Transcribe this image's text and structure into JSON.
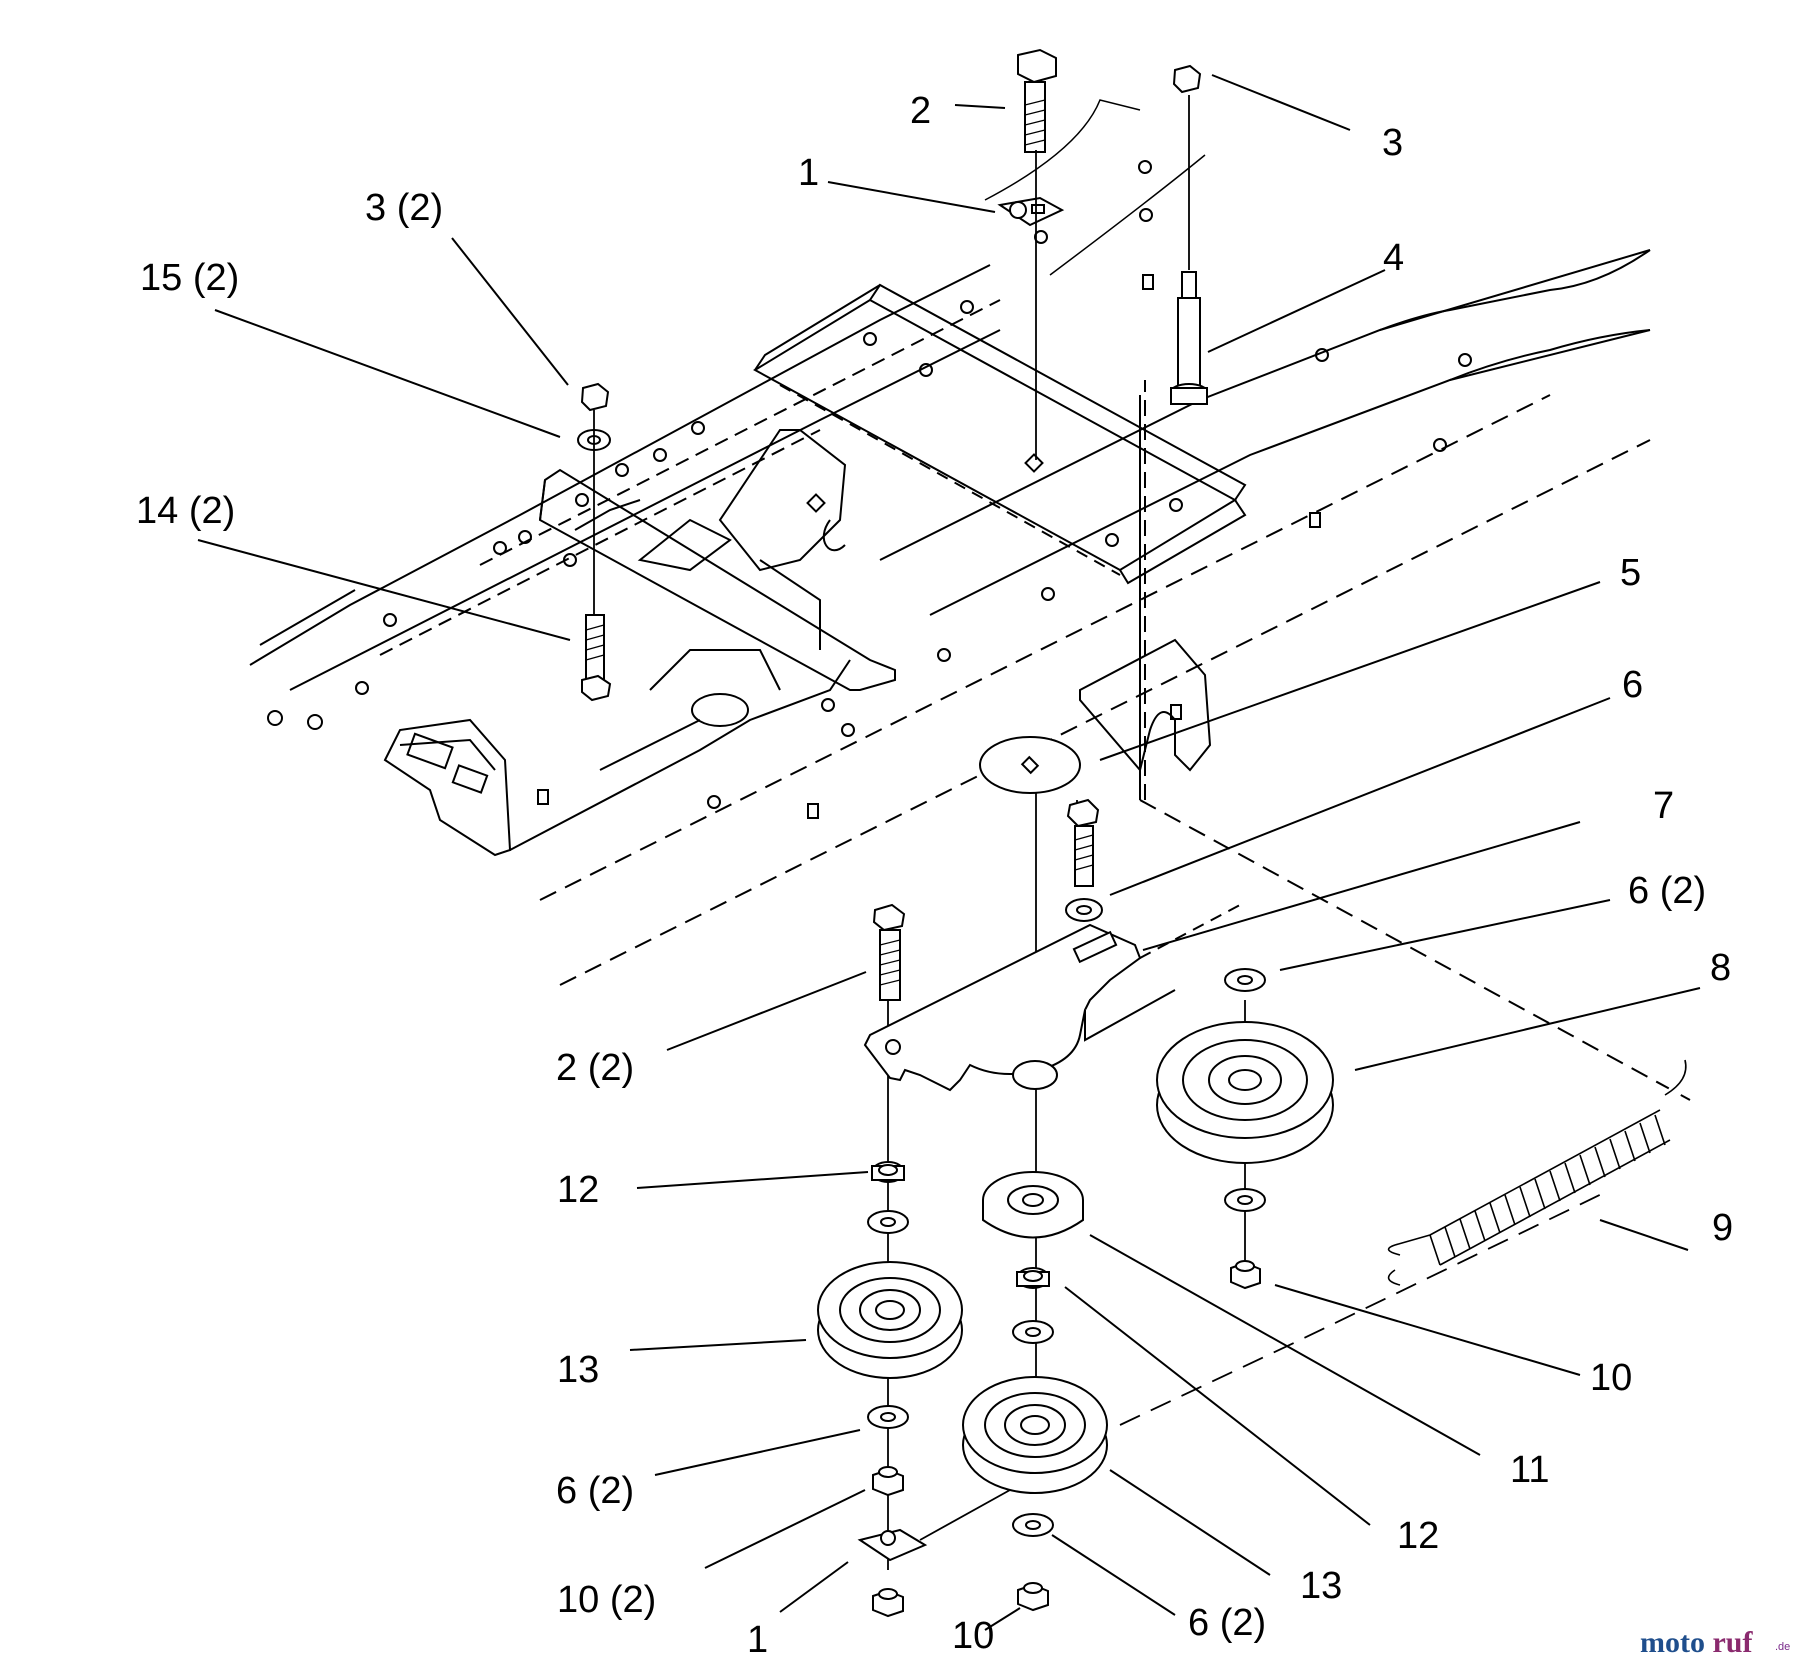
{
  "callouts": {
    "c_top_2": "2",
    "c_top_3": "3",
    "c_top_1": "1",
    "c_3x2": "3 (2)",
    "c_15x2": "15 (2)",
    "c_4": "4",
    "c_14x2": "14 (2)",
    "c_5": "5",
    "c_6": "6",
    "c_7": "7",
    "c_6x2_right": "6 (2)",
    "c_8": "8",
    "c_2x2": "2 (2)",
    "c_12_left": "12",
    "c_9": "9",
    "c_13_left": "13",
    "c_10_right": "10",
    "c_11": "11",
    "c_12_mid": "12",
    "c_6x2_left": "6 (2)",
    "c_13_mid": "13",
    "c_10x2": "10 (2)",
    "c_1_bottom": "1",
    "c_10_bottom": "10",
    "c_6x2_bottom": "6 (2)"
  },
  "watermark": {
    "main": "motoruf",
    "suffix": ".de",
    "color_moto": "#1f4e8c",
    "color_ruf": "#8a2a6e"
  }
}
